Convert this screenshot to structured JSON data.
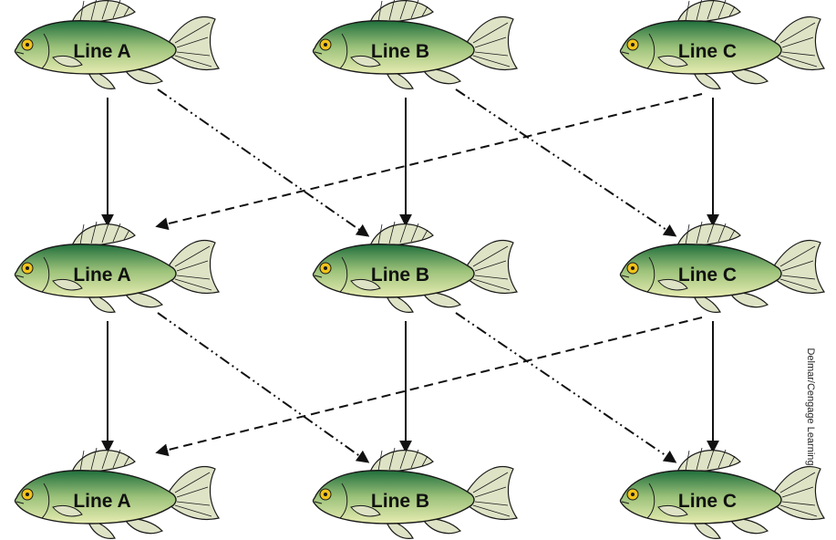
{
  "colors": {
    "fish_body_light": "#e8ecb2",
    "fish_body_mid": "#9cc27a",
    "fish_body_dark": "#1f6e3c",
    "fin": "#dfe3c6",
    "outline": "#1a1a1a",
    "eye": "#f1c21b",
    "arrow": "#111111"
  },
  "generations": [
    {
      "fish": [
        {
          "label": "Line A"
        },
        {
          "label": "Line B"
        },
        {
          "label": "Line C"
        }
      ]
    },
    {
      "fish": [
        {
          "label": "Line A"
        },
        {
          "label": "Line B"
        },
        {
          "label": "Line C"
        }
      ]
    },
    {
      "fish": [
        {
          "label": "Line A"
        },
        {
          "label": "Line B"
        },
        {
          "label": "Line C"
        }
      ]
    }
  ],
  "arrows": [
    {
      "from": "A",
      "to": "A",
      "style": "solid"
    },
    {
      "from": "B",
      "to": "B",
      "style": "solid"
    },
    {
      "from": "C",
      "to": "C",
      "style": "solid"
    },
    {
      "from": "A",
      "to": "B",
      "style": "dash-dot-dot"
    },
    {
      "from": "B",
      "to": "C",
      "style": "dash-dot-dot"
    },
    {
      "from": "C",
      "to": "A",
      "style": "dashed"
    }
  ],
  "credit": "Delmar/Cengage Learning"
}
